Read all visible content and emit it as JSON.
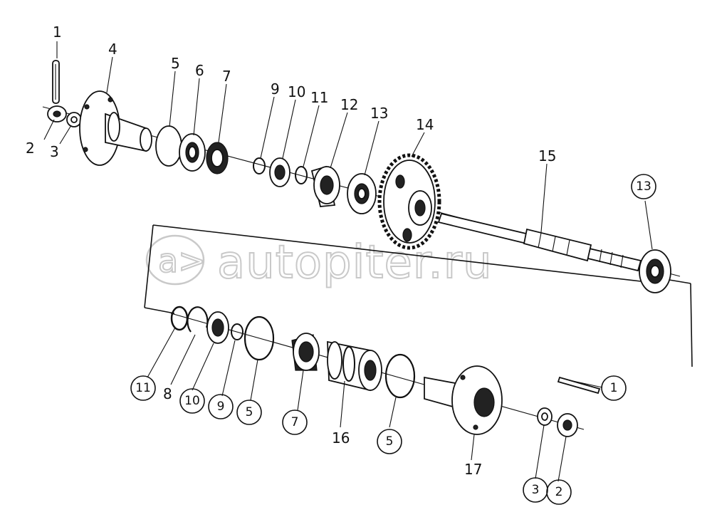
{
  "watermark": {
    "logo_text": "a>",
    "text": "autopiter.ru"
  },
  "upper_labels": [
    {
      "id": "u1",
      "text": "1",
      "circled": false
    },
    {
      "id": "u2",
      "text": "2",
      "circled": false
    },
    {
      "id": "u3",
      "text": "3",
      "circled": false
    },
    {
      "id": "u4",
      "text": "4",
      "circled": false
    },
    {
      "id": "u5",
      "text": "5",
      "circled": false
    },
    {
      "id": "u6",
      "text": "6",
      "circled": false
    },
    {
      "id": "u7",
      "text": "7",
      "circled": false
    },
    {
      "id": "u9",
      "text": "9",
      "circled": false
    },
    {
      "id": "u10",
      "text": "10",
      "circled": false
    },
    {
      "id": "u11",
      "text": "11",
      "circled": false
    },
    {
      "id": "u12",
      "text": "12",
      "circled": false
    },
    {
      "id": "u13",
      "text": "13",
      "circled": false
    },
    {
      "id": "u14",
      "text": "14",
      "circled": false
    },
    {
      "id": "u15",
      "text": "15",
      "circled": false
    },
    {
      "id": "u13c",
      "text": "13",
      "circled": true
    }
  ],
  "lower_labels": [
    {
      "id": "l11",
      "text": "11",
      "circled": true
    },
    {
      "id": "l8",
      "text": "8",
      "circled": false
    },
    {
      "id": "l10",
      "text": "10",
      "circled": true
    },
    {
      "id": "l9",
      "text": "9",
      "circled": true
    },
    {
      "id": "l5a",
      "text": "5",
      "circled": true
    },
    {
      "id": "l7",
      "text": "7",
      "circled": true
    },
    {
      "id": "l16",
      "text": "16",
      "circled": false
    },
    {
      "id": "l5b",
      "text": "5",
      "circled": true
    },
    {
      "id": "l17",
      "text": "17",
      "circled": false
    },
    {
      "id": "l1",
      "text": "1",
      "circled": true
    },
    {
      "id": "l3",
      "text": "3",
      "circled": true
    },
    {
      "id": "l2",
      "text": "2",
      "circled": true
    }
  ]
}
